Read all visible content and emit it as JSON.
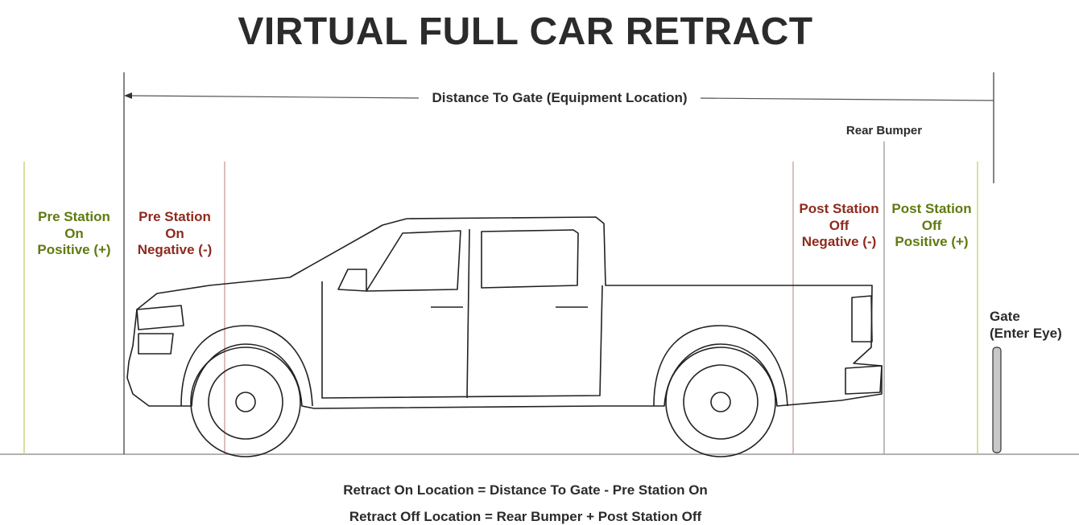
{
  "title": "VIRTUAL FULL CAR RETRACT",
  "distance_label": "Distance To Gate (Equipment Location)",
  "rear_bumper_label": "Rear Bumper",
  "pre_station_on_positive": [
    "Pre Station",
    "On",
    "Positive (+)"
  ],
  "pre_station_on_negative": [
    "Pre Station",
    "On",
    "Negative (-)"
  ],
  "post_station_off_negative": [
    "Post Station",
    "Off",
    "Negative (-)"
  ],
  "post_station_off_positive": [
    "Post Station",
    "Off",
    "Positive (+)"
  ],
  "gate_label": [
    "Gate",
    "(Enter Eye)"
  ],
  "formulas": [
    "Retract On Location = Distance To Gate - Pre Station On",
    "Retract Off Location = Rear Bumper + Post Station Off"
  ],
  "colors": {
    "positive": "#5f7a10",
    "negative": "#8e2a1e",
    "text": "#2b2b2b"
  }
}
